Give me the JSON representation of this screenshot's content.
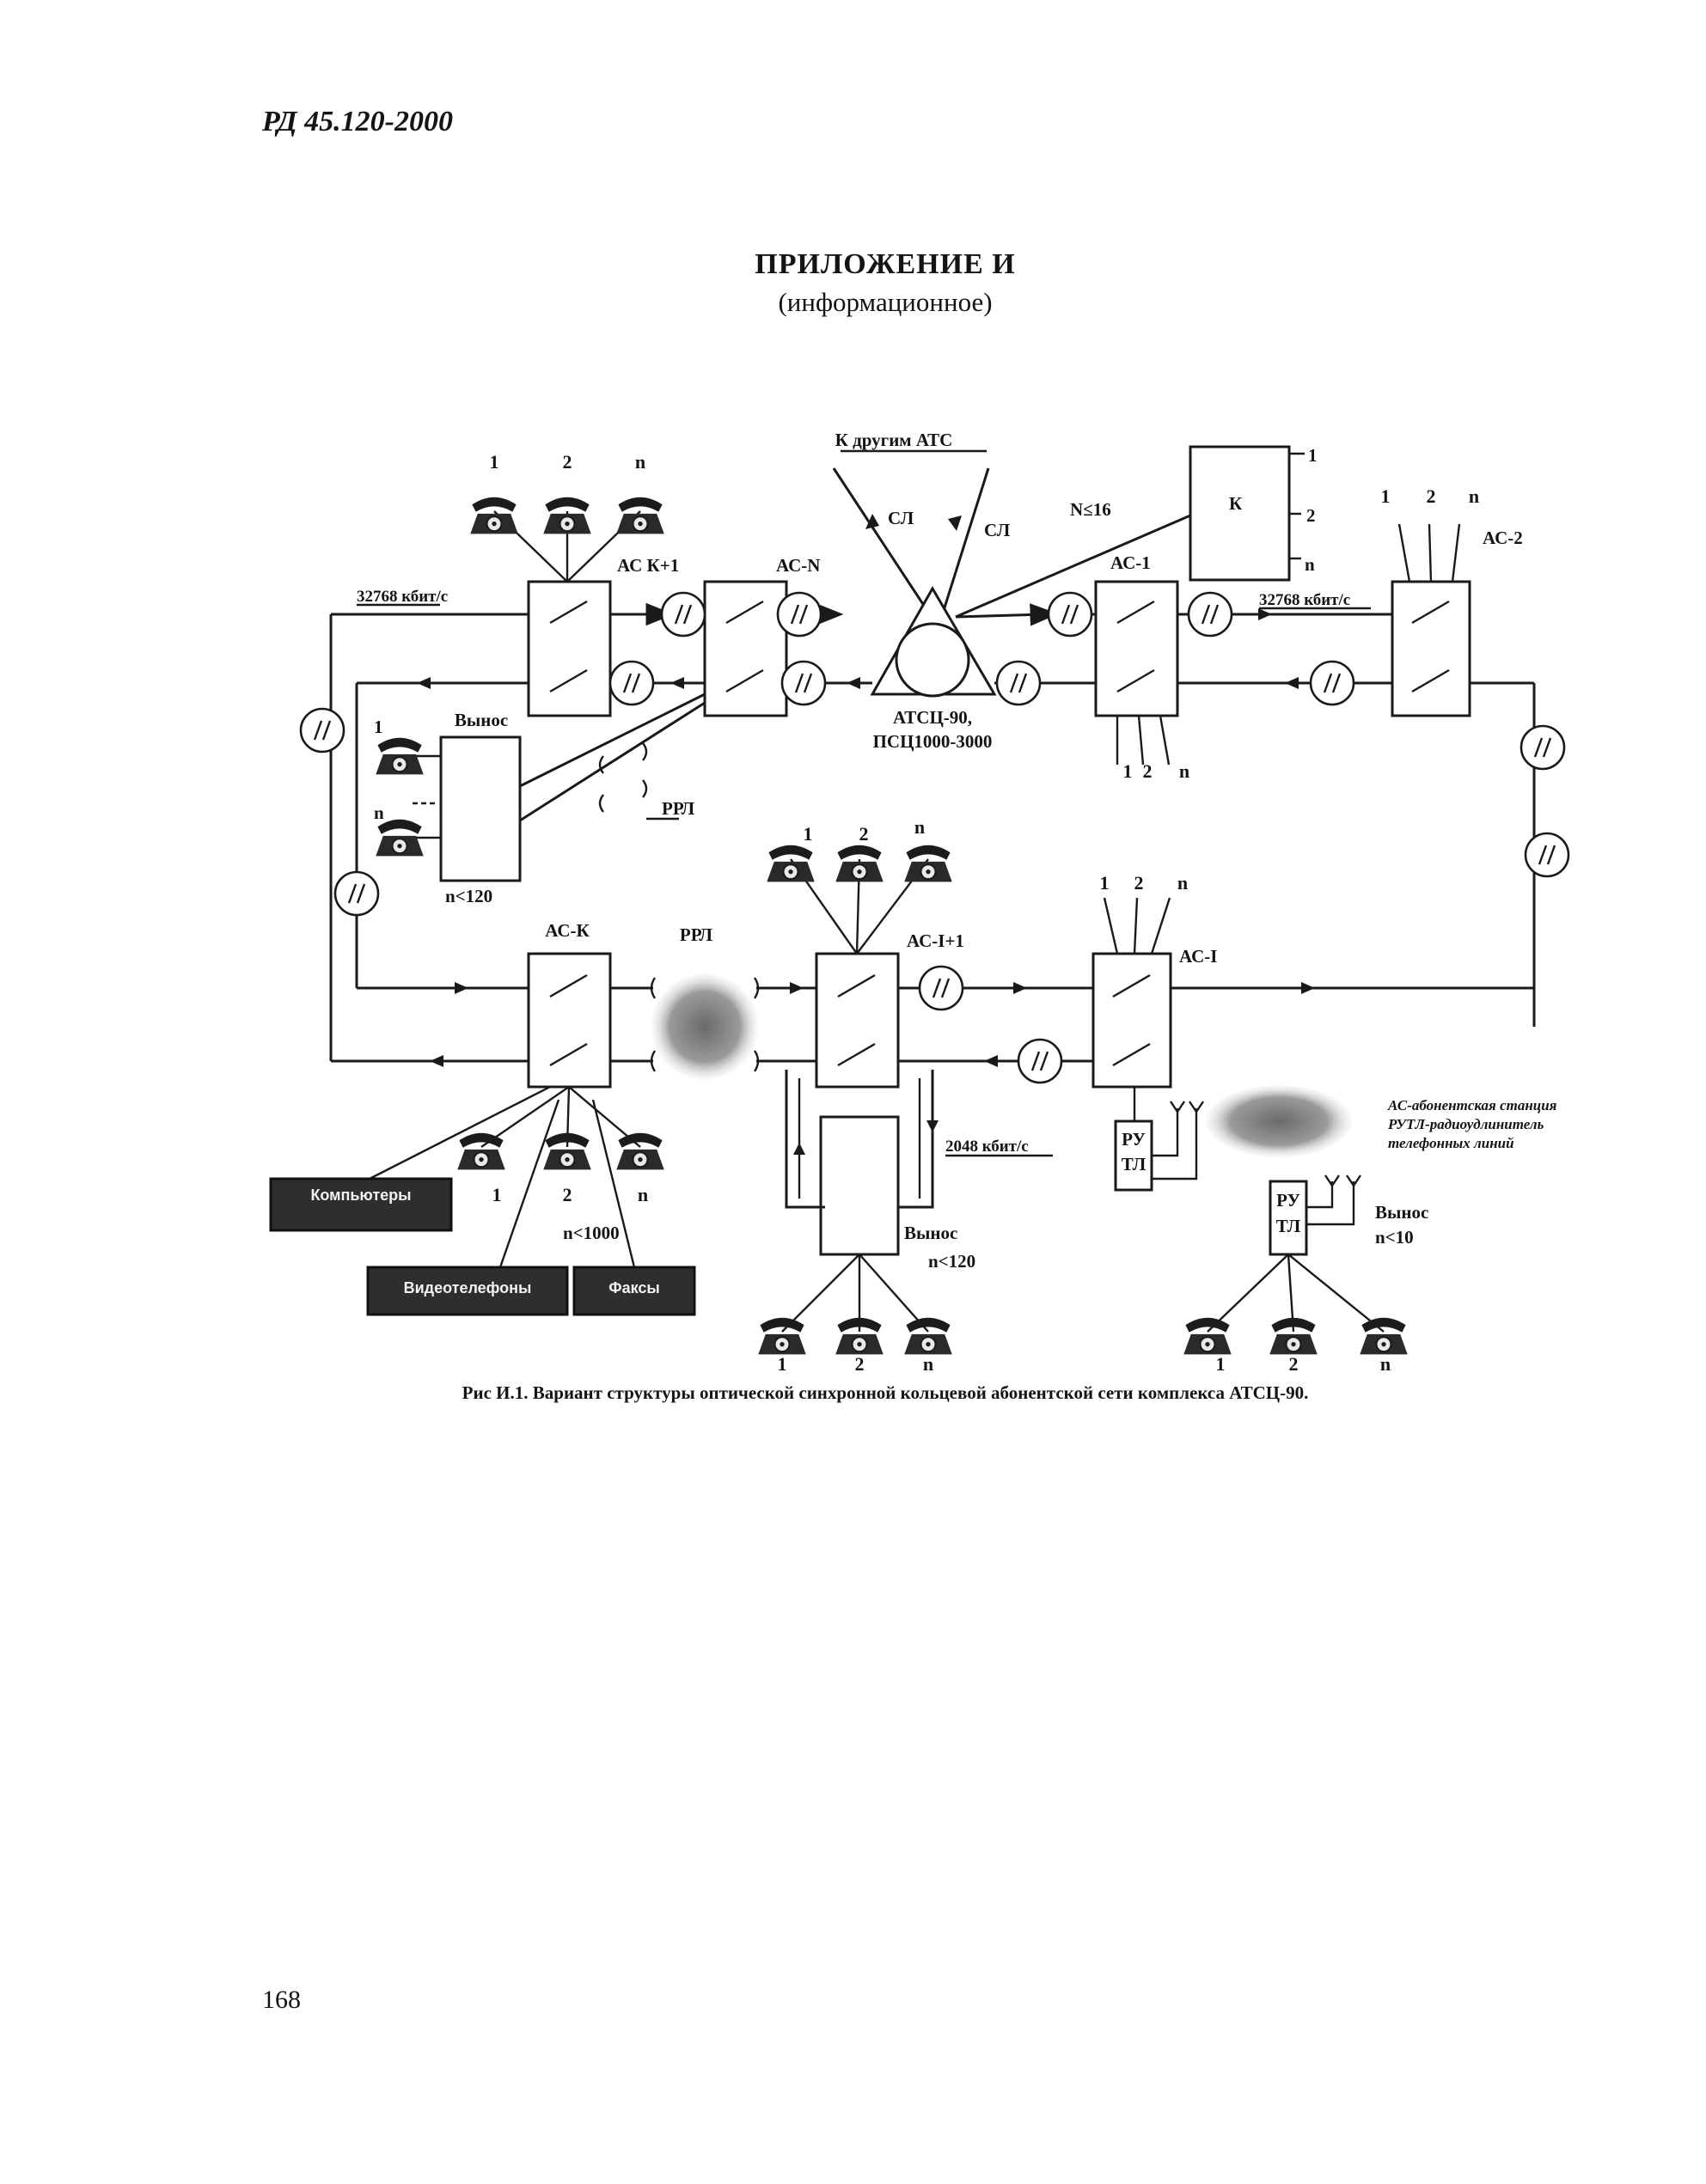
{
  "header": {
    "doc_code": "РД 45.120-2000"
  },
  "appendix": {
    "title": "ПРИЛОЖЕНИЕ И",
    "subtitle": "(информационное)"
  },
  "diagram": {
    "to_other_ats": "К другим АТС",
    "trunk_left": "СЛ",
    "trunk_right": "СЛ",
    "center_station": "АТСЦ-90,",
    "center_station_model": "ПСЦ1000-3000",
    "n_limit_k": "N≤16",
    "k_box": "К",
    "k_out_1": "1",
    "k_out_2": "2",
    "k_out_n": "n",
    "speed_top_left": "32768 кбит/с",
    "speed_top_right": "32768 кбит/с",
    "speed_bottom": "2048 кбит/с",
    "stations": {
      "as_k1": "АС К+1",
      "as_n": "АС-N",
      "as_1": "АС-1",
      "as_2": "АС-2",
      "as_k": "АС-К",
      "as_i1": "АС-I+1",
      "as_i": "АС-I"
    },
    "remote_top": {
      "title": "Вынос",
      "limit": "n<120",
      "line1": "1",
      "line2": "n"
    },
    "remote_bottom": {
      "title": "Вынос",
      "limit": "n<120"
    },
    "remote_rutl": {
      "title": "Вынос",
      "limit": "n<10"
    },
    "rrl_top": "РРЛ",
    "rrl_bottom": "РРЛ",
    "rutl_1": {
      "a": "РУ",
      "b": "ТЛ"
    },
    "rutl_2": {
      "a": "РУ",
      "b": "ТЛ"
    },
    "as_k_limit": "n<1000",
    "index_labels": {
      "one": "1",
      "two": "2",
      "n": "n"
    },
    "boxes": {
      "computers": "Компьютеры",
      "videophones": "Видеотелефоны",
      "faxes": "Факсы"
    }
  },
  "legend": {
    "line1": "АС-абонентская станция",
    "line2": "РУТЛ-радиоудлинитель",
    "line3": "телефонных линий"
  },
  "caption": "Рис И.1. Вариант структуры оптической синхронной кольцевой абонентской сети комплекса АТСЦ-90.",
  "page_number": "168",
  "icons": {
    "handset": "telephone-handset-icon",
    "regenerator": "regenerator-icon",
    "antenna": "antenna-icon",
    "switch": "switch-contact-icon"
  }
}
